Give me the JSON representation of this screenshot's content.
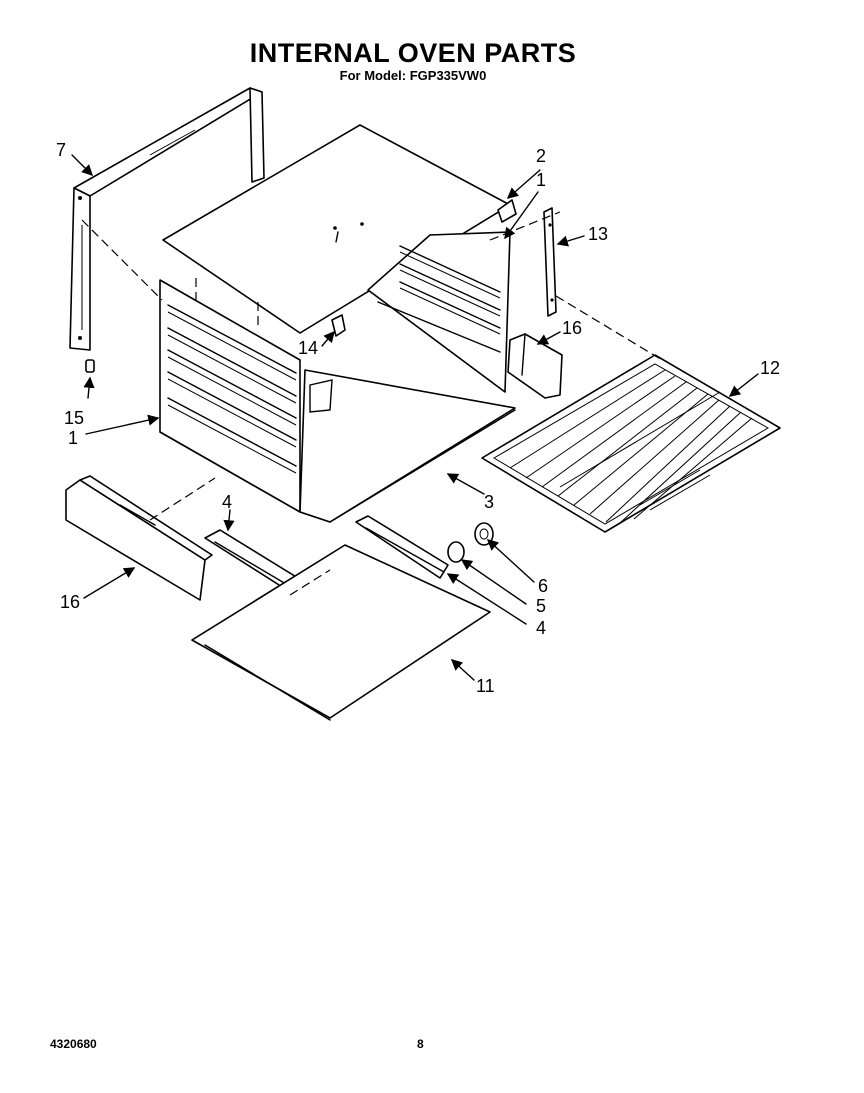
{
  "header": {
    "title": "INTERNAL OVEN PARTS",
    "model_line": "For Model: FGP335VW0"
  },
  "footer": {
    "doc_number": "4320680",
    "page_number": "8"
  },
  "callouts": [
    {
      "id": "c7",
      "label": "7"
    },
    {
      "id": "c2",
      "label": "2"
    },
    {
      "id": "c1a",
      "label": "1"
    },
    {
      "id": "c13",
      "label": "13"
    },
    {
      "id": "c16a",
      "label": "16"
    },
    {
      "id": "c14",
      "label": "14"
    },
    {
      "id": "c15",
      "label": "15"
    },
    {
      "id": "c1b",
      "label": "1"
    },
    {
      "id": "c12",
      "label": "12"
    },
    {
      "id": "c3",
      "label": "3"
    },
    {
      "id": "c4a",
      "label": "4"
    },
    {
      "id": "c16b",
      "label": "16"
    },
    {
      "id": "c6",
      "label": "6"
    },
    {
      "id": "c5",
      "label": "5"
    },
    {
      "id": "c4b",
      "label": "4"
    },
    {
      "id": "c11",
      "label": "11"
    }
  ]
}
